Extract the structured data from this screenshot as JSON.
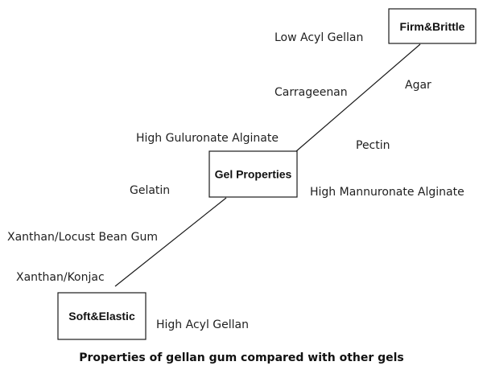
{
  "diagram": {
    "top_box": "Firm&Brittle",
    "middle_box": "Gel Properties",
    "bottom_box": "Soft&Elastic",
    "labels": {
      "low_acyl_gellan": "Low Acyl Gellan",
      "carrageenan": "Carrageenan",
      "agar": "Agar",
      "high_guluronate_alginate": "High Guluronate Alginate",
      "pectin": "Pectin",
      "gelatin": "Gelatin",
      "high_mannuronate_alginate": "High Mannuronate Alginate",
      "xanthan_locust_bean_gum": "Xanthan/Locust Bean Gum",
      "xanthan_konjac": "Xanthan/Konjac",
      "high_acyl_gellan": "High Acyl Gellan"
    }
  },
  "caption": "Properties of gellan gum compared with other gels"
}
